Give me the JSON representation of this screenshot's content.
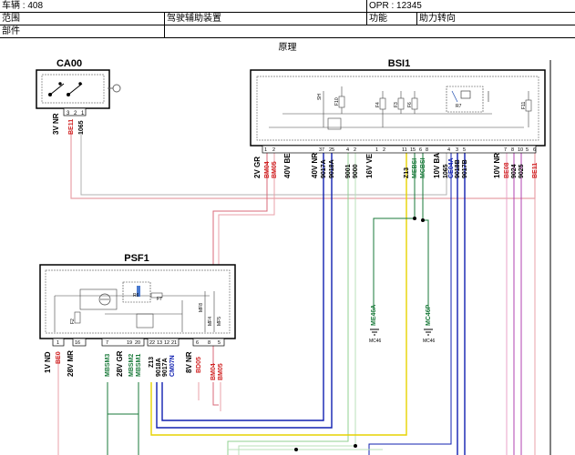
{
  "header": {
    "vehicle": "车辆 : 408",
    "opr": "OPR : 12345",
    "scope_label": "范围",
    "scope_value": "驾驶辅助装置",
    "function_label": "功能",
    "function_value": "助力转向",
    "part_label": "部件",
    "section_title": "原理"
  },
  "components": {
    "ca00": "CA00",
    "bsi1": "BSI1",
    "psf1": "PSF1"
  },
  "ca00": {
    "connector": "3V NR",
    "pins": [
      "3",
      "2",
      "1"
    ],
    "wires": [
      "BE11",
      "1065"
    ]
  },
  "bsi1": {
    "conn_a": {
      "name": "2V GR",
      "pins": [
        "1",
        "2"
      ],
      "wires": [
        "BM04",
        "BM05"
      ]
    },
    "conn_b": {
      "name": "40V BE"
    },
    "conn_c": {
      "name": "40V NR",
      "pins": [
        "37",
        "25"
      ],
      "wires": [
        "9017A",
        "9018A"
      ]
    },
    "conn_d": {
      "pins": [
        "4",
        "2"
      ],
      "wires": [
        "9001",
        "9000"
      ]
    },
    "conn_e": {
      "name": "16V VE",
      "pins": [
        "1",
        "2"
      ]
    },
    "conn_f": {
      "pins": [
        "11",
        "15",
        "6",
        "8"
      ],
      "wires": [
        "Z13",
        "MEBSI",
        "MCBSI"
      ]
    },
    "conn_g": {
      "name": "10V BA",
      "pins": [
        "4",
        "3",
        "5"
      ],
      "wires": [
        "1065",
        "CE04A",
        "9018B",
        "9017B"
      ]
    },
    "conn_h": {
      "name": "10V NR",
      "pins": [
        "7",
        "8",
        "10",
        "5",
        "6"
      ],
      "wires": [
        "BE08",
        "9024",
        "9025",
        "BE11"
      ]
    },
    "internal": [
      "SH",
      "F10",
      "F4",
      "F3",
      "F6",
      "R7",
      "F11"
    ]
  },
  "psf1": {
    "conn_a": {
      "name": "1V ND",
      "pins": [
        "1"
      ],
      "wires": [
        "BE0"
      ]
    },
    "conn_b": {
      "name": "28V MR",
      "pins": [
        "16",
        "7",
        "19",
        "20"
      ],
      "wires": [
        "MBSM3",
        "MBSM2",
        "MBSM1"
      ]
    },
    "conn_c": {
      "name": "28V GR"
    },
    "conn_d": {
      "pins": [
        "22",
        "13",
        "12",
        "21"
      ],
      "wires": [
        "Z13",
        "9018A",
        "9017A",
        "CM07N"
      ]
    },
    "conn_e": {
      "name": "8V NR",
      "pins": [
        "6",
        "8",
        "5"
      ],
      "wires": [
        "BD05",
        "BM04",
        "BM05"
      ]
    },
    "internal": [
      "R6",
      "F7",
      "F2",
      "MF8",
      "MF4",
      "MF5"
    ]
  },
  "grounds": {
    "me": "ME46A",
    "mc": "MC46P",
    "me_sub": "MC46",
    "mc_sub": "MC46"
  },
  "colors": {
    "pink": "#e8a0a8",
    "red": "#d02020",
    "green": "#1a7a3a",
    "blue": "#1020b0",
    "yellow": "#e6d200",
    "magenta": "#b040b0",
    "lightgreen": "#90d090",
    "gray": "#9a9a9a"
  }
}
